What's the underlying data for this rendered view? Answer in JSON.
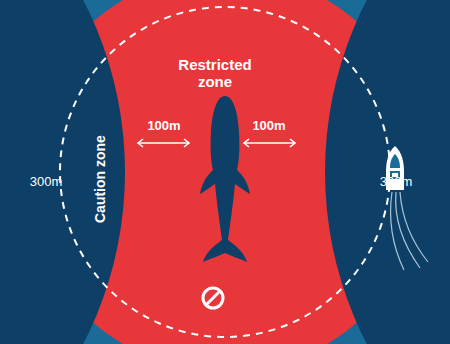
{
  "diagram": {
    "labels": [
      "Restricted zone",
      "Caution zone",
      "100m",
      "100m",
      "300m",
      "300m"
    ]
  }
}
